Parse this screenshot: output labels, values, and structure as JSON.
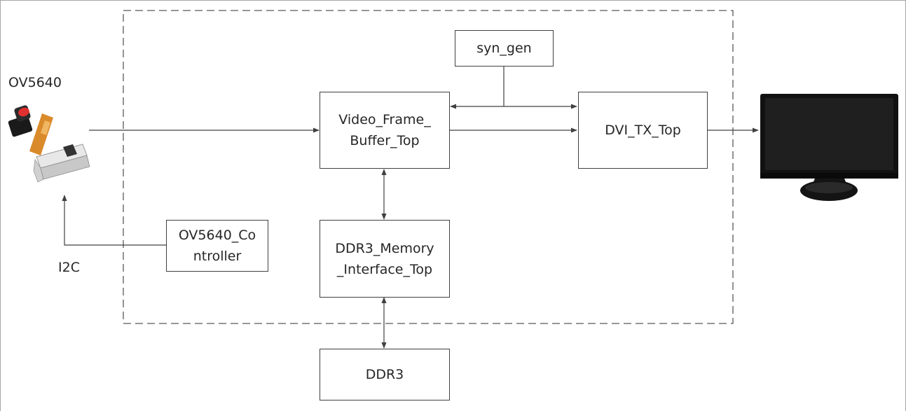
{
  "colors": {
    "line": "#404040",
    "text": "#262626",
    "border": "#a6a6a6"
  },
  "blocks": {
    "syn_gen": {
      "label": "syn_gen"
    },
    "video_frame_buffer": {
      "line1": "Video_Frame_",
      "line2": "Buffer_Top"
    },
    "dvi_tx": {
      "label": "DVI_TX_Top"
    },
    "ddr3_mem_if": {
      "line1": "DDR3_Memory",
      "line2": "_Interface_Top"
    },
    "ov5640_controller": {
      "line1": "OV5640_Co",
      "line2": "ntroller"
    },
    "ddr3": {
      "label": "DDR3"
    }
  },
  "labels": {
    "camera": "OV5640",
    "i2c": "I2C"
  },
  "icons": {
    "camera": "camera-module-icon",
    "monitor": "monitor-icon"
  }
}
